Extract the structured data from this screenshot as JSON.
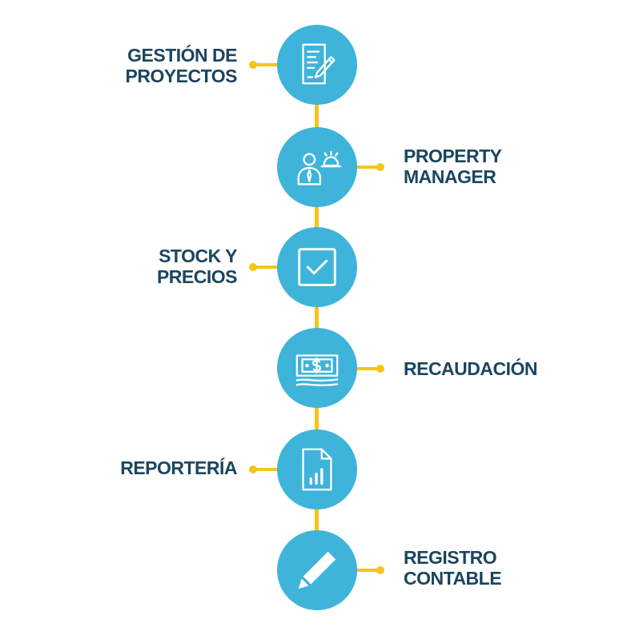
{
  "diagram": {
    "colors": {
      "accent": "#3EB4DA",
      "connector": "#F5C518",
      "text": "#1B4560",
      "icon": "#ffffff"
    },
    "steps": [
      {
        "icon": "document-edit-icon",
        "lines": [
          "GESTIÓN DE",
          "PROYECTOS"
        ],
        "side": "left"
      },
      {
        "icon": "manager-bell-icon",
        "lines": [
          "PROPERTY",
          "MANAGER"
        ],
        "side": "right"
      },
      {
        "icon": "checkbox-icon",
        "lines": [
          "STOCK Y",
          "PRECIOS"
        ],
        "side": "left"
      },
      {
        "icon": "banknote-icon",
        "lines": [
          "RECAUDACIÓN"
        ],
        "side": "right"
      },
      {
        "icon": "report-chart-icon",
        "lines": [
          "REPORTERÍA"
        ],
        "side": "left"
      },
      {
        "icon": "pencil-icon",
        "lines": [
          "REGISTRO",
          "CONTABLE"
        ],
        "side": "right"
      }
    ]
  }
}
